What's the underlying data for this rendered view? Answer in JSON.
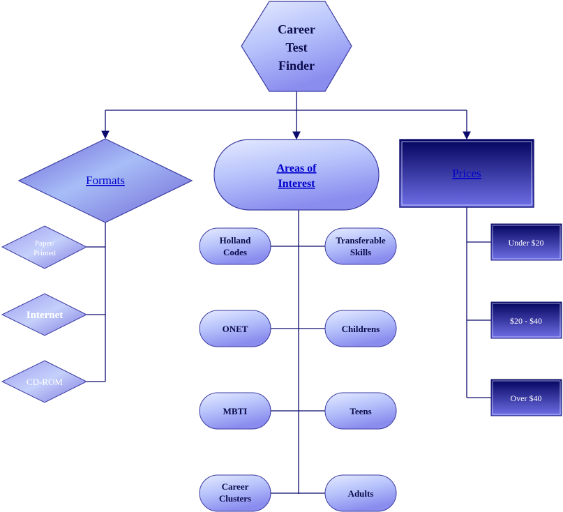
{
  "root": {
    "lines": [
      "Career",
      "Test",
      "Finder"
    ]
  },
  "formats": {
    "label": "Formats",
    "items": [
      {
        "lines": [
          "Paper/",
          "Printed"
        ]
      },
      {
        "lines": [
          "Internet"
        ]
      },
      {
        "lines": [
          "CD-ROM"
        ]
      }
    ]
  },
  "areas": {
    "lines": [
      "Areas of",
      "Interest"
    ],
    "left": [
      {
        "lines": [
          "Holland",
          "Codes"
        ]
      },
      {
        "lines": [
          "ONET"
        ]
      },
      {
        "lines": [
          "MBTI"
        ]
      },
      {
        "lines": [
          "Career",
          "Clusters"
        ]
      }
    ],
    "right": [
      {
        "lines": [
          "Transferable",
          "Skills"
        ]
      },
      {
        "lines": [
          "Childrens"
        ]
      },
      {
        "lines": [
          "Teens"
        ]
      },
      {
        "lines": [
          "Adults"
        ]
      }
    ]
  },
  "prices": {
    "label": "Prices",
    "items": [
      {
        "label": "Under $20"
      },
      {
        "label": "$20 - $40"
      },
      {
        "label": "Over $40"
      }
    ]
  },
  "colors": {
    "shape_border": "#3a3aa0",
    "light_fill_top": "#dfe4ff",
    "light_fill_bottom": "#8f90ef",
    "dark_fill_top": "#050569",
    "dark_fill_bottom": "#6a6ae6",
    "connector": "#0b0b6e"
  }
}
